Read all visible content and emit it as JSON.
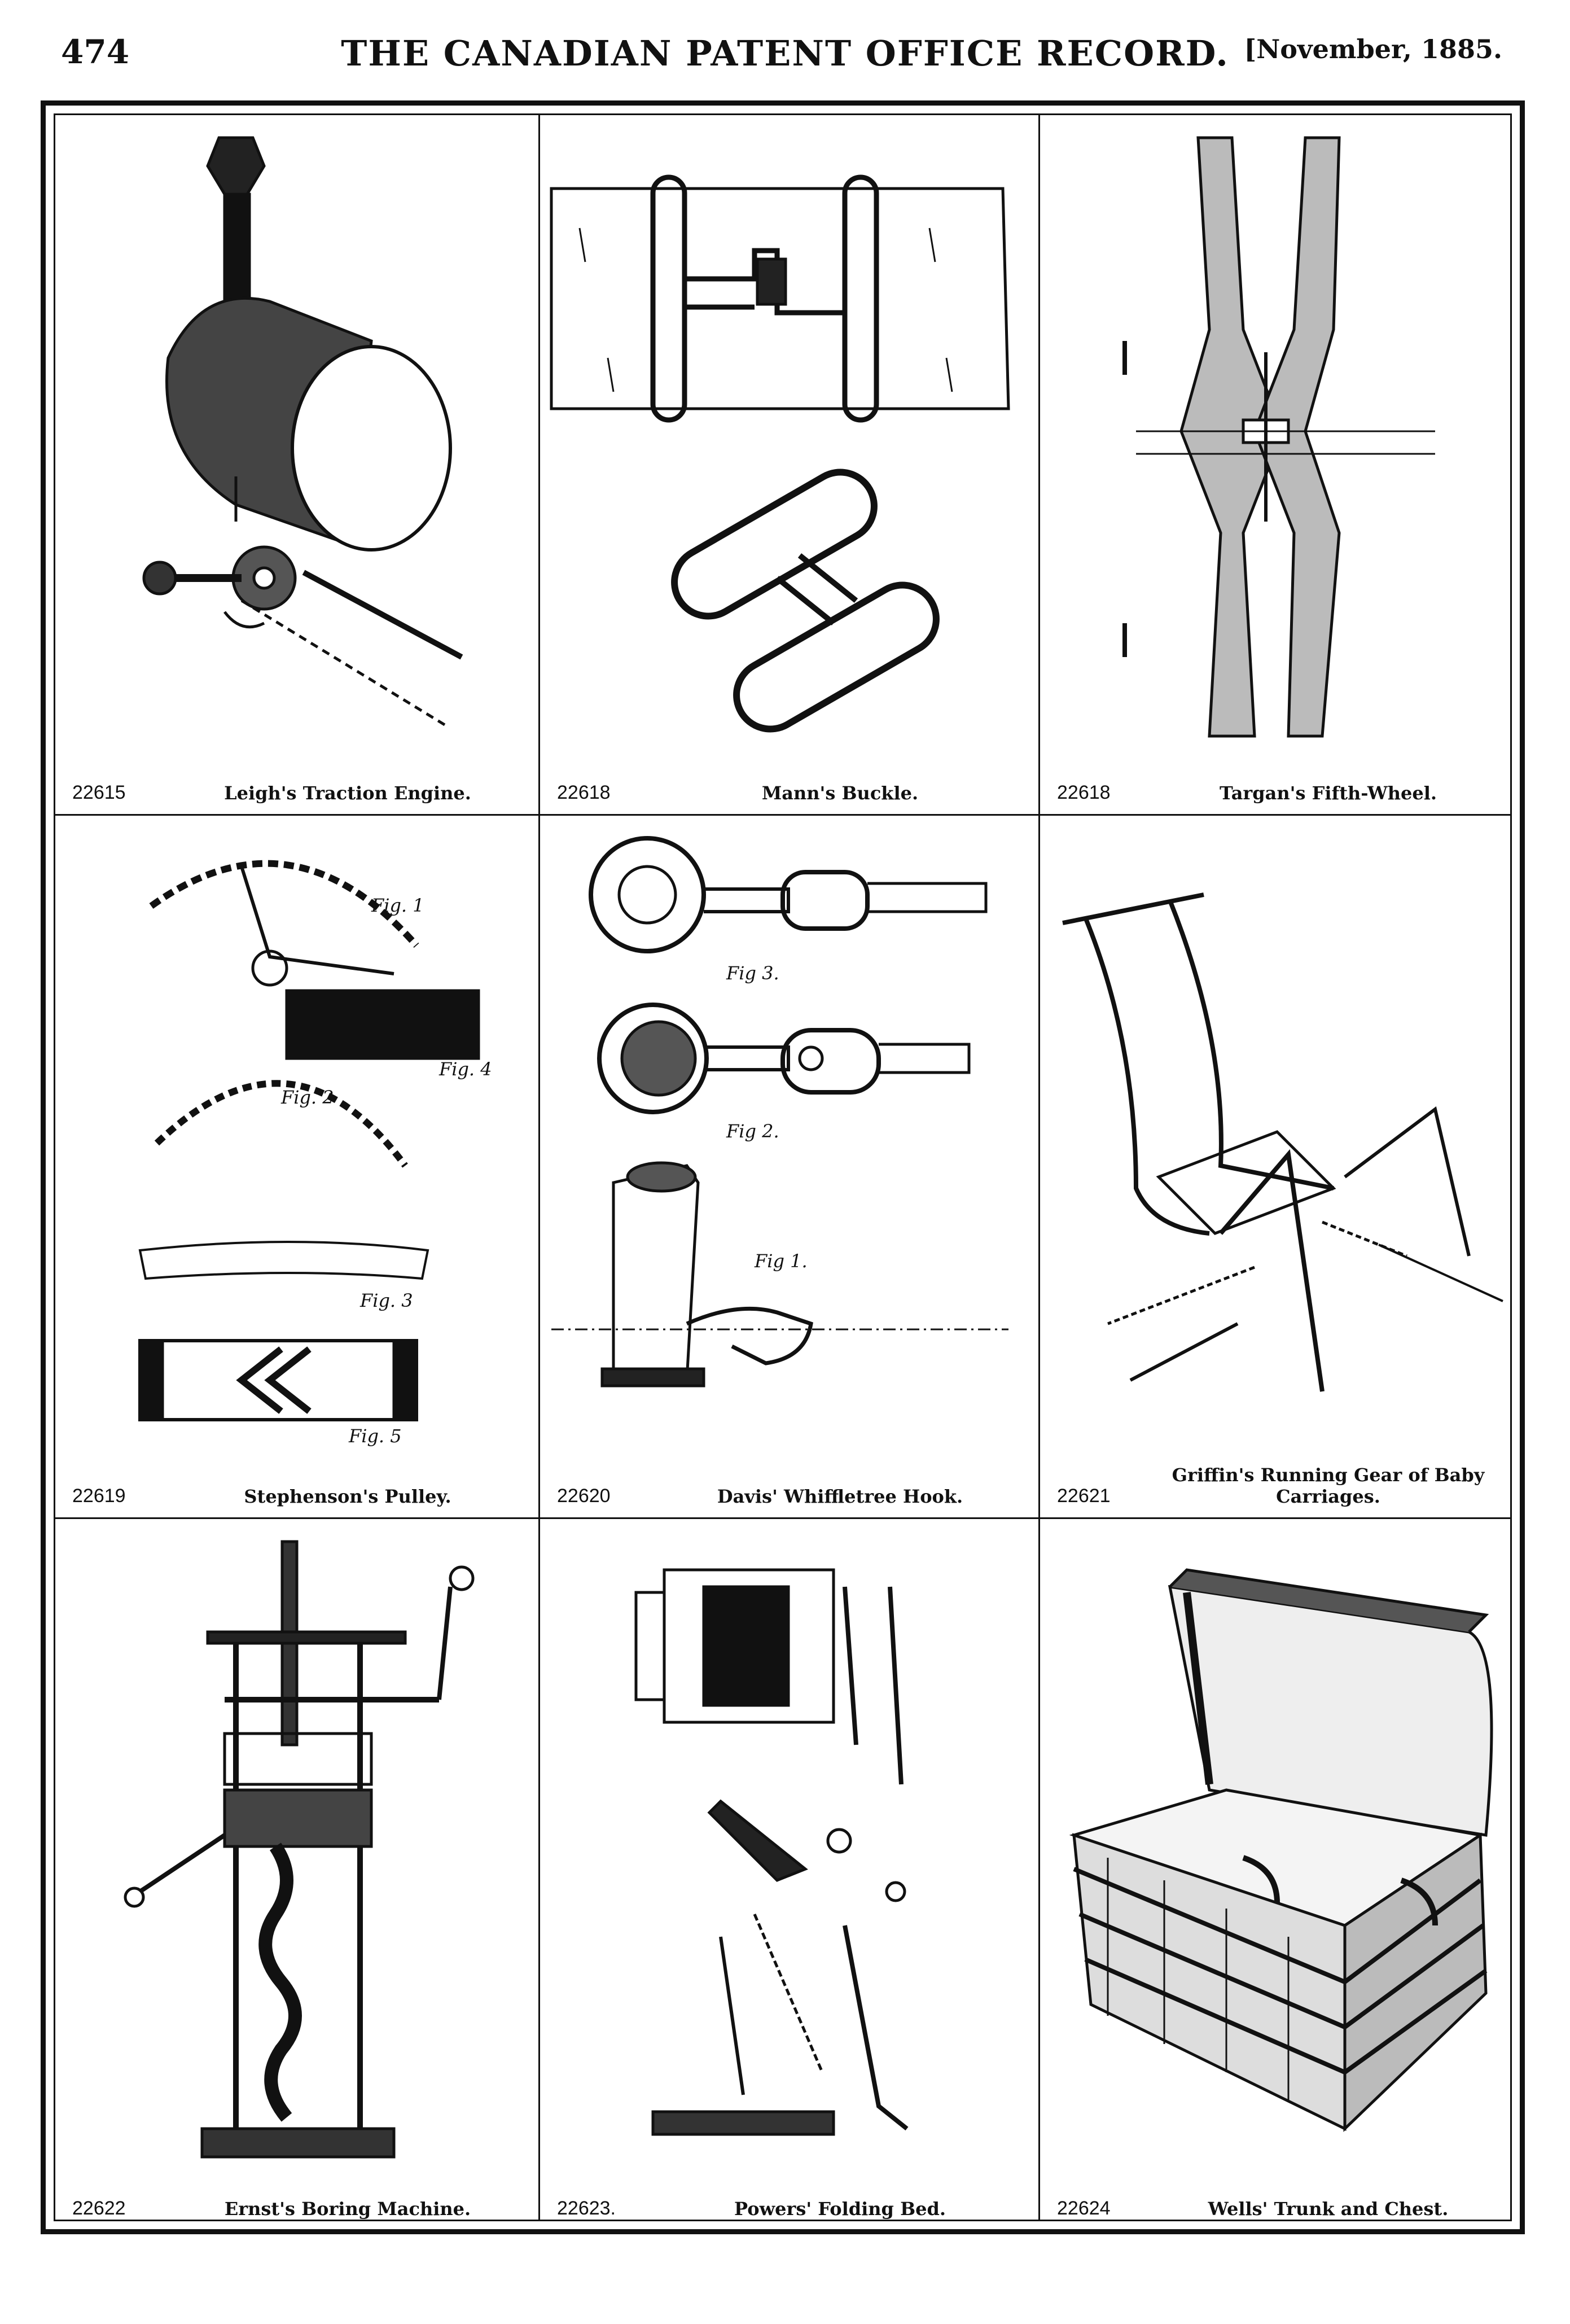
{
  "header": {
    "page_number": "474",
    "title": "THE CANADIAN PATENT OFFICE RECORD.",
    "date": "[November, 1885."
  },
  "patents": [
    {
      "number": "22615",
      "name": "Leigh's Traction Engine.",
      "icon": "traction-engine-drawing"
    },
    {
      "number": "22618",
      "name": "Mann's Buckle.",
      "icon": "buckle-drawing"
    },
    {
      "number": "22618",
      "name": "Targan's Fifth-Wheel.",
      "icon": "fifth-wheel-drawing"
    },
    {
      "number": "22619",
      "name": "Stephenson's Pulley.",
      "icon": "pulley-drawing"
    },
    {
      "number": "22620",
      "name": "Davis' Whiffletree Hook.",
      "icon": "whiffletree-hook-drawing"
    },
    {
      "number": "22621",
      "name": "Griffin's Running Gear of Baby Carriages.",
      "icon": "baby-carriage-gear-drawing"
    },
    {
      "number": "22622",
      "name": "Ernst's Boring Machine.",
      "icon": "boring-machine-drawing"
    },
    {
      "number": "22623.",
      "name": "Powers' Folding Bed.",
      "icon": "folding-bed-drawing"
    },
    {
      "number": "22624",
      "name": "Wells' Trunk and Chest.",
      "icon": "trunk-chest-drawing"
    }
  ],
  "figure_labels": {
    "pulley": [
      "Fig. 1",
      "Fig. 2",
      "Fig. 3",
      "Fig. 4",
      "Fig. 5"
    ],
    "hook": [
      "Fig 3.",
      "Fig 2.",
      "Fig 1."
    ]
  }
}
